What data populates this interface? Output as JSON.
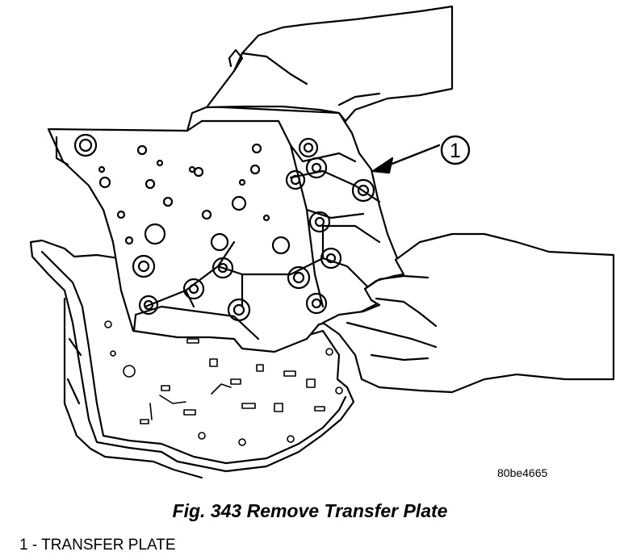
{
  "figure": {
    "callout_number": "1",
    "image_code": "80be4665",
    "caption": "Fig. 343 Remove Transfer Plate",
    "legend": [
      {
        "text": "1 - TRANSFER PLATE"
      }
    ]
  }
}
